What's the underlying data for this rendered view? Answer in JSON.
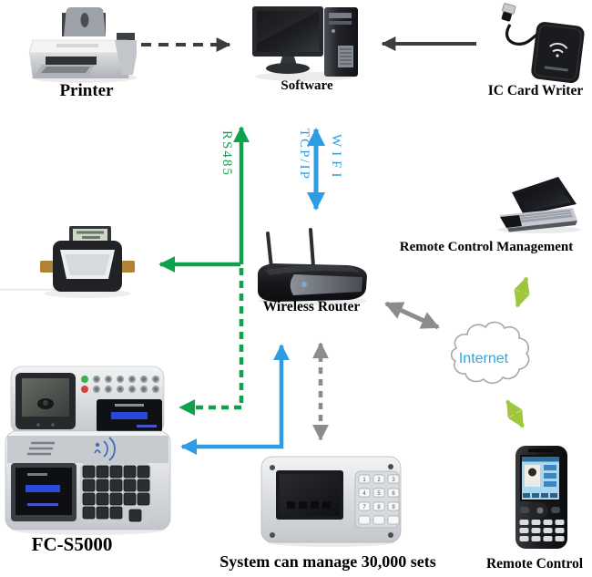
{
  "colors": {
    "green": "#0fa24d",
    "blue": "#2e9ce2",
    "lime": "#9ec73d",
    "gray": "#8c8c8c",
    "dark": "#3d3d3d",
    "internet-text": "#2da9e2",
    "label-text": "#000000"
  },
  "nodes": {
    "printer": {
      "label": "Printer"
    },
    "software": {
      "label": "Software"
    },
    "ic_card_writer": {
      "label": "IC Card Writer"
    },
    "wireless_router": {
      "label": "Wireless Router"
    },
    "remote_management": {
      "label": "Remote Control Management"
    },
    "internet": {
      "label": "Internet"
    },
    "remote_control": {
      "label": "Remote Control"
    },
    "pos_terminal": {
      "label": "FC-S5000"
    },
    "controller": {
      "label": "System can manage 30,000 sets"
    }
  },
  "links": {
    "rs485": {
      "label": "RS485"
    },
    "tcpip": {
      "label": "TCP/IP"
    },
    "wifi": {
      "label": "WIFI"
    }
  },
  "controller_keys": [
    "1",
    "2",
    "3",
    "4",
    "5",
    "6",
    "7",
    "8",
    "9",
    "",
    "",
    ""
  ]
}
